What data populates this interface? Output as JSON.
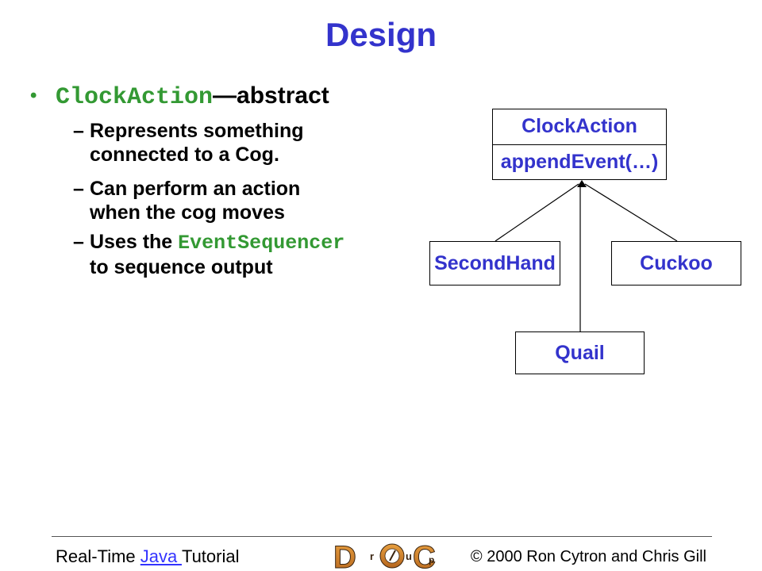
{
  "slide": {
    "title": "Design"
  },
  "bullet": {
    "marker": "•",
    "code": "ClockAction",
    "text": "—abstract",
    "sub_items": [
      {
        "marker": "–",
        "line1": "Represents something",
        "line2": "connected to a Cog."
      },
      {
        "marker": "–",
        "line1": "Can perform an action",
        "line2": "when the cog moves"
      },
      {
        "marker": "–",
        "line1": "Uses the ",
        "line1_code": "EventSequencer",
        "line2": "to sequence output"
      }
    ]
  },
  "diagram": {
    "clock_action": {
      "name": "ClockAction",
      "method": "appendEvent(…)"
    },
    "second_hand": {
      "name": "SecondHand"
    },
    "cuckoo": {
      "name": "Cuckoo"
    },
    "quail": {
      "name": "Quail"
    }
  },
  "footer": {
    "prefix": "Real-Time ",
    "link": "Java ",
    "suffix": "Tutorial",
    "copyright": "© 2000 Ron Cytron and Chris Gill"
  },
  "logo": {
    "letters": [
      "D",
      "r",
      "u",
      "C",
      "p"
    ]
  },
  "colors": {
    "title": "#3333cc",
    "code": "#339933",
    "diagram_text": "#3333cc",
    "link": "#3333ff",
    "logo_dark": "#3a2410",
    "logo_light": "#e8a040",
    "logo_mid": "#b5651d"
  }
}
